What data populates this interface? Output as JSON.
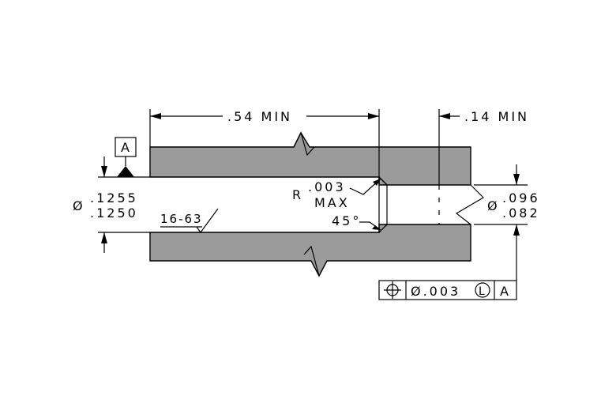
{
  "drawing": {
    "bore_length": ".54 MIN",
    "small_bore_length": ".14 MIN",
    "datum_label": "A",
    "bore_diameter": {
      "symbol": "Ø",
      "upper": ".1255",
      "lower": ".1250"
    },
    "small_bore_diameter": {
      "symbol": "Ø",
      "upper": ".096",
      "lower": ".082"
    },
    "surface_finish": "16-63",
    "radius_note": {
      "prefix": "R",
      "value": ".003",
      "suffix": "MAX"
    },
    "chamfer_angle": "45°",
    "feature_control_frame": {
      "symbol": "position-symbol",
      "tolerance": "Ø.003",
      "modifier": "L",
      "datum": "A"
    },
    "colors": {
      "part_fill": "#9b9b9b",
      "line": "#000000",
      "background": "#ffffff"
    }
  }
}
